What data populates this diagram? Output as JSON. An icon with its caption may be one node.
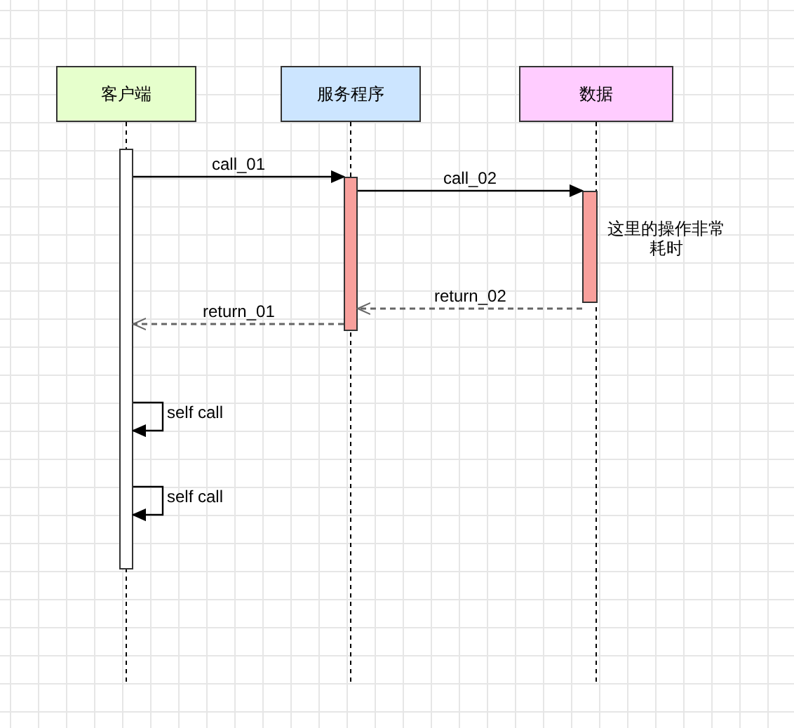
{
  "diagram": {
    "nodes": [
      {
        "text": [
          "客户端"
        ]
      },
      {
        "text": [
          "服务程序"
        ]
      },
      {
        "text": [
          "数据"
        ]
      },
      {
        "text": [],
        "shape": "bar"
      },
      {
        "text": [],
        "shape": "bar"
      },
      {
        "text": [],
        "shape": "bar",
        "beside": [
          "这里的操作非常耗时"
        ]
      }
    ],
    "edges": [
      {
        "from": 3,
        "to": 4,
        "arrow": "to",
        "label": "call_01"
      },
      {
        "from": 4,
        "to": 5,
        "arrow": "to",
        "label": "call_02"
      },
      {
        "from": 5,
        "to": 4,
        "arrow": "to",
        "label": "return_02",
        "style": "dashed",
        "color": "#666666"
      },
      {
        "from": 4,
        "to": 3,
        "arrow": "to",
        "label": "return_01",
        "style": "dashed",
        "color": "#666666"
      },
      {
        "from": 3,
        "to": 3,
        "arrow": "to",
        "label": "self call"
      },
      {
        "from": 3,
        "to": 3,
        "arrow": "to",
        "label": "self call"
      }
    ]
  }
}
